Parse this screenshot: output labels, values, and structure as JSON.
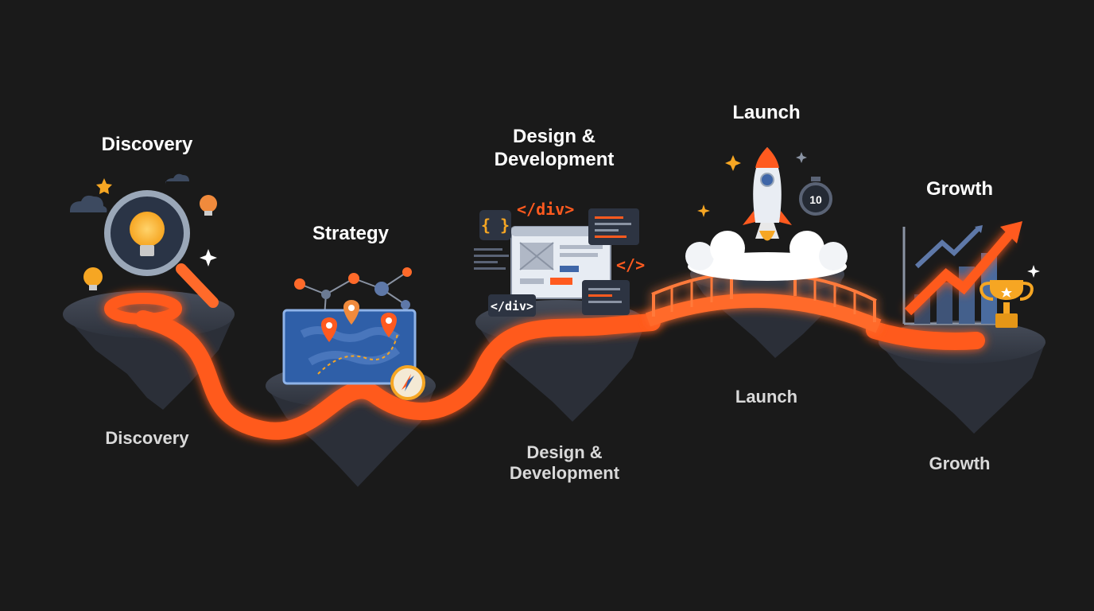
{
  "stages": [
    {
      "id": "discovery",
      "title": "Discovery",
      "caption": "Discovery"
    },
    {
      "id": "strategy",
      "title": "Strategy"
    },
    {
      "id": "design",
      "title_line1": "Design &",
      "title_line2": "Development",
      "caption_line1": "Design &",
      "caption_line2": "Development"
    },
    {
      "id": "launch",
      "title": "Launch",
      "caption": "Launch"
    },
    {
      "id": "growth",
      "title": "Growth",
      "caption": "Growth"
    }
  ],
  "code_tags": {
    "div_close": "</div>",
    "braces": "{ }",
    "angle": "</>"
  },
  "timer_value": "10",
  "colors": {
    "background": "#1a1a1a",
    "path": "#ff5a1f",
    "island": "#3a3f4b",
    "accent": "#f6a623",
    "map": "#2f5fa8"
  },
  "icons": [
    "magnifier-icon",
    "lightbulb-icon",
    "map-icon",
    "location-pin-icon",
    "compass-icon",
    "code-window-icon",
    "rocket-icon",
    "stopwatch-icon",
    "bridge-icon",
    "growth-arrow-icon",
    "trophy-icon"
  ]
}
